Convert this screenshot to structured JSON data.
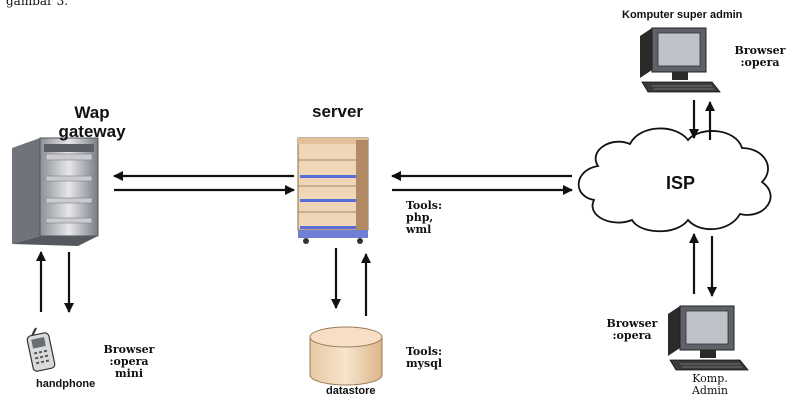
{
  "header_fragment": "gambar 3.",
  "wap_gateway": {
    "line1": "Wap",
    "line2": "gateway"
  },
  "server": {
    "label": "server",
    "tools_line1": "Tools:",
    "tools_line2": "php,",
    "tools_line3": "wml"
  },
  "datastore": {
    "label": "datastore",
    "tools_line1": "Tools:",
    "tools_line2": "mysql"
  },
  "handphone": {
    "label": "handphone",
    "browser_line1": "Browser",
    "browser_line2": ":opera",
    "browser_line3": "mini"
  },
  "isp": {
    "label": "ISP"
  },
  "super_admin": {
    "label": "Komputer super admin",
    "browser_line1": "Browser",
    "browser_line2": ":opera"
  },
  "admin": {
    "label_line1": "Komp.",
    "label_line2": "Admin",
    "browser_line1": "Browser",
    "browser_line2": ":opera"
  }
}
